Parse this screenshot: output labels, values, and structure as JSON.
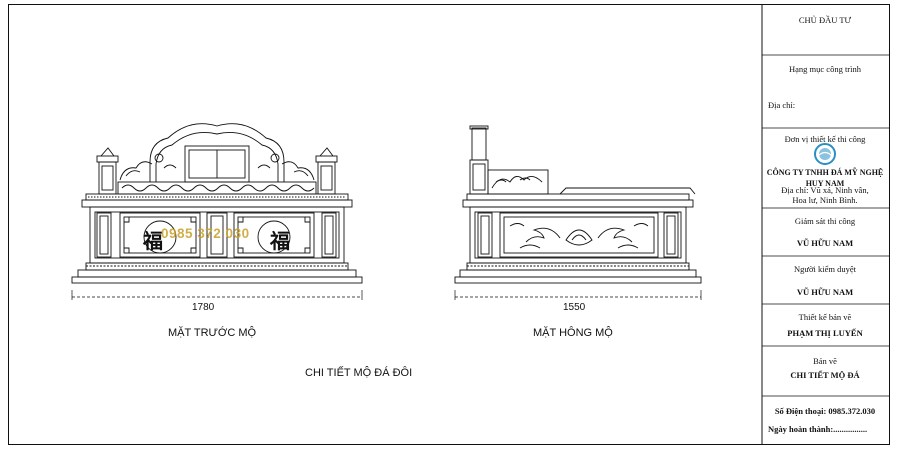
{
  "drawing": {
    "front_dimension": "1780",
    "side_dimension": "1550",
    "front_view_label": "MẶT TRƯỚC MỘ",
    "side_view_label": "MẶT HÔNG MỘ",
    "drawing_title": "CHI TIẾT MỘ ĐÁ ĐÔI",
    "watermark_phone": "0985 372 030",
    "front_glyph": "福"
  },
  "title_block": {
    "investor_label": "CHỦ ĐẦU TƯ",
    "project_item_label": "Hạng mục công trình",
    "address_label": "Địa chỉ:",
    "design_unit_label": "Đơn vị thiết kế thi công",
    "company_name": "CÔNG TY TNHH ĐÁ MỸ NGHỆ HUY NAM",
    "company_address_line1": "Địa chỉ: Vũ xá, Ninh vân,",
    "company_address_line2": "Hoa lư, Ninh Bình.",
    "supervisor_label": "Giám sát thi công",
    "supervisor_name": "VŨ HỮU NAM",
    "reviewer_label": "Người kiểm duyệt",
    "reviewer_name": "VŨ HỮU NAM",
    "drafter_label": "Thiết kế bản vẽ",
    "drafter_name": "PHẠM THỊ LUYẾN",
    "drawing_label": "Bản vẽ",
    "drawing_name": "CHI TIẾT MỘ ĐÁ",
    "phone_line": "Số Điện thoại: 0985.372.030",
    "completion_line": "Ngày hoàn thành:................"
  },
  "colors": {
    "line": "#111111",
    "watermark": "#c9a12a",
    "logo": "#2a8fc7"
  }
}
